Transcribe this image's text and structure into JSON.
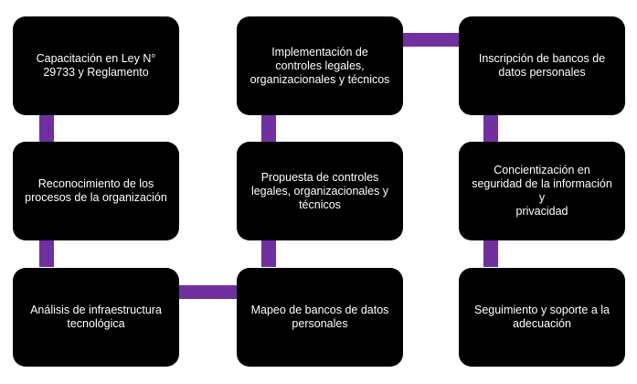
{
  "colors": {
    "box": "#000000",
    "text": "#ffffff",
    "connector": "#7030a0"
  },
  "steps": [
    {
      "label": "Capacitación en Ley N°\n29733 y  Reglamento"
    },
    {
      "label": "Reconocimiento de los\nprocesos de la organización"
    },
    {
      "label": "Análisis de infraestructura\ntecnológica"
    },
    {
      "label": "Mapeo de bancos de datos\npersonales"
    },
    {
      "label": "Propuesta de controles\nlegales, organizacionales y\ntécnicos"
    },
    {
      "label": "Implementación de\ncontroles legales,\norganizacionales y técnicos"
    },
    {
      "label": "Inscripción de bancos de\ndatos personales"
    },
    {
      "label": "Concientización en\nseguridad de la información y\nprivacidad"
    },
    {
      "label": "Seguimiento y soporte a la\nadecuación"
    }
  ]
}
